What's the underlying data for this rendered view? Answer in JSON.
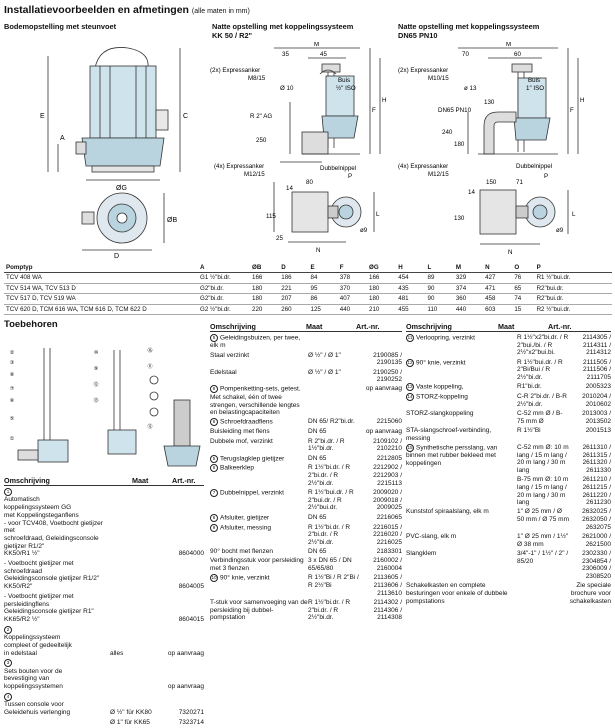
{
  "title": "Installatievoorbeelden en afmetingen",
  "title_note": "(alle maten in mm)",
  "drawings": {
    "left_title": "Bodemopstelling met steunvoet",
    "mid_title_1": "Natte opstelling met koppelingssysteem",
    "mid_title_2": "KK 50 / R2\"",
    "right_title_1": "Natte opstelling met koppelingssysteem",
    "right_title_2": "DN65 PN10",
    "left_labels": {
      "A": "A",
      "E": "E",
      "C": "C",
      "OG": "ØG",
      "OB": "ØB",
      "D": "D"
    },
    "mid_labels": {
      "M": "M",
      "35": "35",
      "45": "45",
      "expr": "(2x) Expressanker",
      "expr_size": "M8/15",
      "o10": "Ø 10",
      "buis": "Buis",
      "buis_size": "½\" ISO",
      "r2ag": "R 2\" AG",
      "n250": "250",
      "F": "F",
      "H": "H",
      "dubbel": "Dubbelnippel",
      "P": "P",
      "expr4": "(4x) Expressanker",
      "expr4_size": "M12/15",
      "n80": "80",
      "n14": "14",
      "n115": "115",
      "n25": "25",
      "L": "L",
      "N": "N",
      "o9": "ø9"
    },
    "right_labels": {
      "M": "M",
      "70": "70",
      "60": "60",
      "expr": "(2x) Expressanker",
      "expr_size": "M10/15",
      "o13": "ø 13",
      "buis": "Buis",
      "buis_size": "1\" ISO",
      "dn65": "DN65 PN10",
      "n130": "130",
      "n240": "240",
      "n180": "180",
      "F": "F",
      "H": "H",
      "dubbel": "Dubbelnippel",
      "P": "P",
      "expr4": "(4x) Expressanker",
      "expr4_size": "M12/15",
      "n150": "150",
      "n71": "71",
      "n14": "14",
      "n130b": "130",
      "L": "L",
      "N": "N",
      "o9": "ø9"
    }
  },
  "pomp_table": {
    "headers": [
      "Pomptyp",
      "A",
      "ØB",
      "D",
      "E",
      "F",
      "ØG",
      "H",
      "L",
      "M",
      "N",
      "O",
      "P"
    ],
    "rows": [
      [
        "TCV 408 WA",
        "G1 ½\"bi.dr.",
        "166",
        "186",
        "84",
        "378",
        "166",
        "454",
        "89",
        "329",
        "427",
        "76",
        "R1 ½\"bui.dr."
      ],
      [
        "TCV 514 WA, TCV 513 D",
        "G2\"bi.dr.",
        "180",
        "221",
        "95",
        "370",
        "180",
        "435",
        "90",
        "374",
        "471",
        "65",
        "R2\"bui.dr."
      ],
      [
        "TCV 517 D, TCV 519 WA",
        "G2\"bi.dr.",
        "180",
        "207",
        "86",
        "407",
        "180",
        "481",
        "90",
        "360",
        "458",
        "74",
        "R2\"bui.dr."
      ],
      [
        "TCV 620 D, TCM 616 WA, TCM 616 D, TCM 622 D",
        "G2 ½\"bi.dr.",
        "220",
        "260",
        "125",
        "440",
        "210",
        "455",
        "110",
        "440",
        "603",
        "15",
        "R2 ½\"bui.dr."
      ]
    ]
  },
  "toebehoren": {
    "title": "Toebehoren",
    "col_head": {
      "omschrijving": "Omschrijving",
      "maat": "Maat",
      "art": "Art.-nr."
    },
    "col1": [
      {
        "n": "1",
        "lines": [
          "Automatisch",
          "koppelingssysteem GG",
          "met Koppelingsteganflens",
          "- voor TCV408, Voetbocht gietijzer met",
          "  schroefdraad, Geleidingsconsole",
          "  gietijzer R1/2\"",
          "  KK50/R1 ½\""
        ],
        "maat": "",
        "art": "8604000"
      },
      {
        "n": "",
        "lines": [
          "- Voetbocht gietijzer met schroefdraad",
          "  Geleidingsconsole gietijzer R1/2\"",
          "  KK50/R2\""
        ],
        "maat": "",
        "art": "8604005"
      },
      {
        "n": "",
        "lines": [
          "- Voetbocht gietijzer met persleidingflens",
          "  Geleidingsconsole gietijzer R1\"",
          "  KK65/R2 ½\""
        ],
        "maat": "",
        "art": "8604015"
      },
      {
        "n": "2",
        "lines": [
          "Koppelingssysteem",
          "compleet of gedeeltelijk",
          "in edelstaal"
        ],
        "maat": "alles",
        "art": "op aanvraag"
      },
      {
        "n": "3",
        "lines": [
          "Sets bouten voor de",
          "bevestiging van",
          "koppelingssystemen"
        ],
        "maat": "",
        "art": "op aanvraag"
      },
      {
        "n": "4",
        "lines": [
          "Tussen console voor",
          "Geleidehuis verlenging"
        ],
        "maat": "Ø ½\" für KK80",
        "art": "7320271"
      },
      {
        "n": "",
        "lines": [
          ""
        ],
        "maat": "Ø 1\" für KK65",
        "art": "7323714"
      }
    ],
    "col2": [
      {
        "n": "5",
        "desc": "Geleidingsbuizen, per twee, elk m",
        "maat": "",
        "art": ""
      },
      {
        "n": "",
        "desc": "Staal verzinkt",
        "maat": "Ø ½\"  /  Ø 1\"",
        "art": "2190085 / 2190135"
      },
      {
        "n": "",
        "desc": "Edelstaal",
        "maat": "Ø ½\"  /  Ø 1\"",
        "art": "2190250 / 2190252"
      },
      {
        "n": "6",
        "desc": "Pompenketting-sets, getest. Met schakel, één of twee strengen, verschillende lengtes en belastingcapaciteiten",
        "maat": "",
        "art": "op aanvraag"
      },
      {
        "n": "8",
        "desc": "Schroefdraadflens",
        "maat": "DN 65/ R2\"bi.dr.",
        "art": "2215060"
      },
      {
        "n": "",
        "desc": "Buisleiding met flens",
        "maat": "DN 65",
        "art": "op aanvraag"
      },
      {
        "n": "",
        "desc": "Dubbele mof, verzinkt",
        "maat": "R 2\"bi.dr.  /  R 1½\"bi.dr.",
        "art": "2109102 / 2102210"
      },
      {
        "n": "5",
        "desc": "Terugslagklep gietijzer",
        "maat": "DN 65",
        "art": "2212805"
      },
      {
        "n": "6",
        "desc": "Balkeerklep",
        "maat": "R 1½\"bi.dr. / R 2\"bi.dr. / R 2½\"bi.dr.",
        "art": "2212902 / 2212903 / 2215113"
      },
      {
        "n": "7",
        "desc": "Dubbelnippel, verzinkt",
        "maat": "R 1½\"bui.dr. / R 2\"bui.dr. / R 2½\"bui.dr.",
        "art": "2009020 / 2009018 / 2009025"
      },
      {
        "n": "8",
        "desc": "Afsluiter, gietijzer",
        "maat": "DN 65",
        "art": "2216065"
      },
      {
        "n": "9",
        "desc": "Afsluiter, messing",
        "maat": "R 1½\"bi.dr. / R 2\"bi.dr. / R 2½\"bi.dr.",
        "art": "2216015 / 2216020 / 2216025"
      },
      {
        "n": "",
        "desc": "90° bocht met flenzen",
        "maat": "DN 65",
        "art": "2183301"
      },
      {
        "n": "",
        "desc": "Verbindingsstuk voor persleiding met 3 flenzen",
        "maat": "3 x DN 65 / DN 65/65/80",
        "art": "2160002 / 2160004"
      },
      {
        "n": "10",
        "desc": "90° knie, verzinkt",
        "maat": "R 1½\"Bi / R 2\"Bi / R 2½\"Bi",
        "art": "2113605 / 2113606 / 2113610"
      },
      {
        "n": "",
        "desc": "T-stuk voor samenvoeging van de persleiding bij dubbel-pompstation",
        "maat": "R 1½\"bi.dr. / R 2\"bi.dr. / R 2½\"bi.dr.",
        "art": "2114302 / 2114306 / 2114308"
      }
    ],
    "col3": [
      {
        "n": "11",
        "desc": "Verloopring, verzinkt",
        "maat": "R 1½\"x2\"bi.dr. / R 2\"bui./bi. / R 2½\"x2\"bui.bi.",
        "art": "2114305 / 2114311 / 2114312"
      },
      {
        "n": "12",
        "desc": "90° knie, verzinkt",
        "maat": "R 1½\"bui.dr. / R 2\"Bi/Bui / R 2½\"bi.dr.",
        "art": "2111505 / 2111506 / 2111705"
      },
      {
        "n": "13",
        "desc": "Vaste koppeling,",
        "maat": "R1\"bi.dr.",
        "art": "2005323"
      },
      {
        "n": "14",
        "desc": "STORZ-koppeling",
        "maat": "C-R 2\"bi.dr. / B-R 2½\"bi.dr.",
        "art": "2010204 / 2010602"
      },
      {
        "n": "",
        "desc": "STORZ-slangkoppeling",
        "maat": "C-52 mm Ø / B-75 mm Ø",
        "art": "2013003 / 2013502"
      },
      {
        "n": "",
        "desc": "STA-slangschroef-verbinding, messing",
        "maat": "R 1½\"Bi",
        "art": "2001513"
      },
      {
        "n": "15",
        "desc": "Synthetische persslang, van binnen met rubber bekleed met koppelingen",
        "maat": "C-52 mm Ø: 10 m lang / 15 m lang / 20 m lang / 30 m lang",
        "art": "2611310 / 2611315 / 2611320 / 2611330"
      },
      {
        "n": "",
        "desc": "",
        "maat": "B-75 mm Ø: 10 m lang / 15 m lang / 20 m lang / 30 m lang",
        "art": "2611210 / 2611215 / 2611220 / 2611230"
      },
      {
        "n": "",
        "desc": "Kunststof spiraalslang, elk m",
        "maat": "1\" Ø 25 mm / Ø 50 mm / Ø 75 mm",
        "art": "2632025 / 2632050 / 2632075"
      },
      {
        "n": "",
        "desc": "PVC-slang, elk m",
        "maat": "1\" Ø 25 mm / 1½\" Ø 38 mm",
        "art": "2621000 / 2621500"
      },
      {
        "n": "",
        "desc": "Slangklem",
        "maat": "3/4\"-1\" / 1½\" / 2\" / 85/20",
        "art": "2302330 / 2304854 / 2306009 / 2308520"
      },
      {
        "n": "",
        "desc": "Schakelkasten en complete besturingen voor enkele of dubbele pompstations",
        "maat": "",
        "art": "Zie speciale brochure voor schakelkasten"
      }
    ]
  }
}
